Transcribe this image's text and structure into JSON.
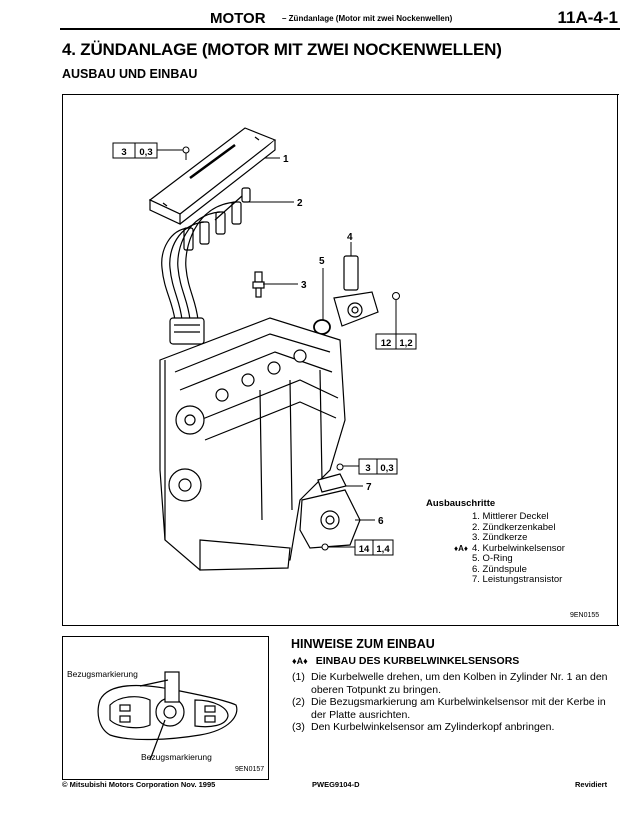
{
  "header": {
    "section": "MOTOR",
    "subtitle": "– Zündanlage (Motor mit zwei Nockenwellen)",
    "page": "11A-4-1"
  },
  "title": "4. ZÜNDANLAGE (MOTOR MIT ZWEI NOCKENWELLEN)",
  "subtitle": "AUSBAU UND EINBAU",
  "diagram": {
    "callouts": [
      "1",
      "2",
      "3",
      "4",
      "5",
      "6",
      "7"
    ],
    "torques": [
      {
        "a": "3",
        "b": "0,3"
      },
      {
        "a": "12",
        "b": "1,2"
      },
      {
        "a": "3",
        "b": "0,3"
      },
      {
        "a": "14",
        "b": "1,4"
      }
    ],
    "code": "9EN0155"
  },
  "removal": {
    "title": "Ausbauschritte",
    "steps": [
      {
        "marker": "",
        "text": "1. Mittlerer Deckel"
      },
      {
        "marker": "",
        "text": "2. Zündkerzenkabel"
      },
      {
        "marker": "",
        "text": "3. Zündkerze"
      },
      {
        "marker": "♦A♦",
        "text": "4. Kurbelwinkelsensor"
      },
      {
        "marker": "",
        "text": "5. O-Ring"
      },
      {
        "marker": "",
        "text": "6. Zündspule"
      },
      {
        "marker": "",
        "text": "7. Leistungstransistor"
      }
    ]
  },
  "inset": {
    "label_top": "Bezugsmarkierung",
    "label_bottom": "Bezugsmarkierung",
    "code": "9EN0157"
  },
  "notes": {
    "title": "HINWEISE ZUM EINBAU",
    "marker": "♦A♦",
    "subtitle": "EINBAU DES KURBELWINKELSENSORS",
    "items": [
      {
        "num": "(1)",
        "text": "Die Kurbelwelle drehen, um den Kolben in Zylinder Nr. 1 an den oberen Totpunkt zu bringen."
      },
      {
        "num": "(2)",
        "text": "Die Bezugsmarkierung am Kurbelwinkelsensor mit der Kerbe in der Platte ausrichten."
      },
      {
        "num": "(3)",
        "text": "Den Kurbelwinkelsensor am Zylinderkopf anbringen."
      }
    ]
  },
  "footer": {
    "left": "© Mitsubishi Motors Corporation  Nov. 1995",
    "center": "PWEG9104-D",
    "right": "Revidiert"
  }
}
